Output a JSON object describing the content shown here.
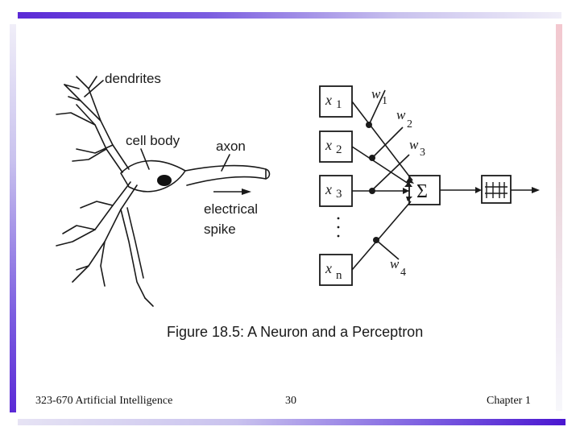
{
  "diagram": {
    "neuron_labels": {
      "dendrites": "dendrites",
      "cell_body": "cell body",
      "axon": "axon",
      "electrical": "electrical",
      "spike": "spike"
    },
    "perceptron_inputs": [
      {
        "var": "x",
        "sub": "1"
      },
      {
        "var": "x",
        "sub": "2"
      },
      {
        "var": "x",
        "sub": "3"
      },
      {
        "var": "x",
        "sub": "n"
      }
    ],
    "weights": [
      {
        "var": "w",
        "sub": "1"
      },
      {
        "var": "w",
        "sub": "2"
      },
      {
        "var": "w",
        "sub": "3"
      },
      {
        "var": "w",
        "sub": "4"
      }
    ],
    "summation_symbol": "Σ",
    "caption": "Figure 18.5: A Neuron and a Perceptron"
  },
  "footer": {
    "course": "323-670 Artificial Intelligence",
    "page_number": "30",
    "chapter": "Chapter 1"
  },
  "colors": {
    "accent": "#5b2ad6",
    "ink": "#1a1a1a"
  }
}
